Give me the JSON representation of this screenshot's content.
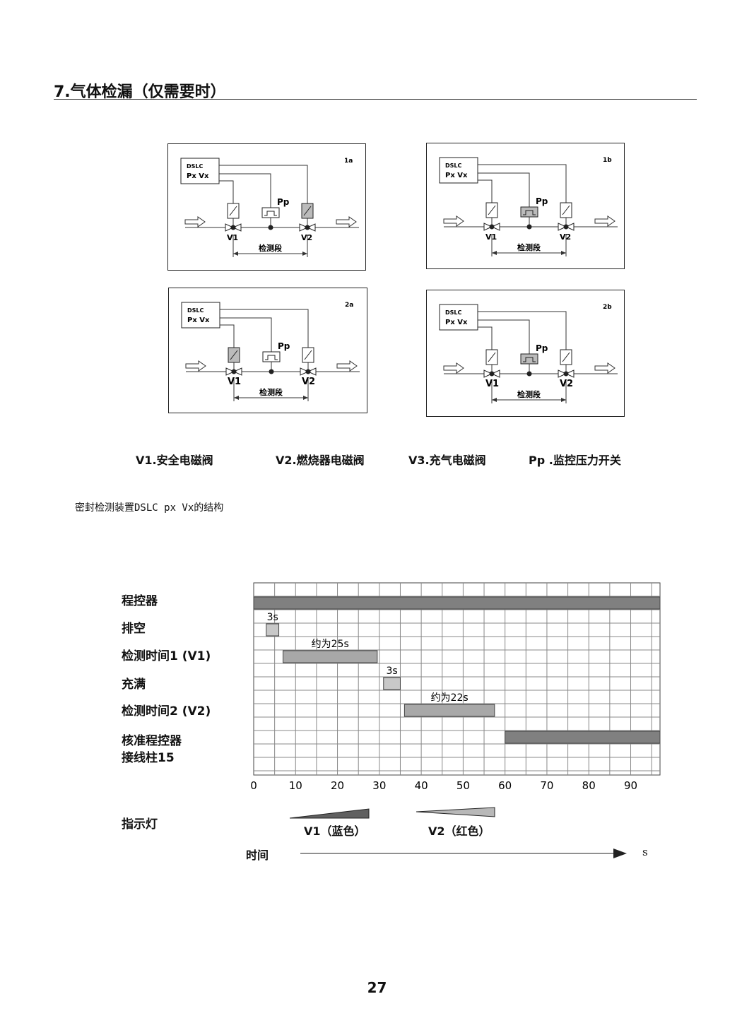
{
  "page": {
    "title": "7.气体检漏（仅需要时）",
    "page_number": "27"
  },
  "diagrams": [
    {
      "id": "1a",
      "device_line1": "DSLC",
      "device_line2": "Px Vx",
      "pp": "Pp",
      "v1": "V1",
      "v2": "V2",
      "section": "检测段",
      "v1_shaded": false,
      "pp_shaded": false,
      "v2_shaded": true
    },
    {
      "id": "1b",
      "device_line1": "DSLC",
      "device_line2": "Px Vx",
      "pp": "Pp",
      "v1": "V1",
      "v2": "V2",
      "section": "检测段",
      "v1_shaded": false,
      "pp_shaded": true,
      "v2_shaded": false
    },
    {
      "id": "2a",
      "device_line1": "DSLC",
      "device_line2": "Px Vx",
      "pp": "Pp",
      "v1": "V1",
      "v2": "V2",
      "section": "检测段",
      "v1_shaded": true,
      "pp_shaded": false,
      "v2_shaded": false
    },
    {
      "id": "2b",
      "device_line1": "DSLC",
      "device_line2": "Px Vx",
      "pp": "Pp",
      "v1": "V1",
      "v2": "V2",
      "section": "检测段",
      "v1_shaded": false,
      "pp_shaded": true,
      "v2_shaded": false
    }
  ],
  "legend": {
    "v1": "V1.安全电磁阀",
    "v2": "V2.燃烧器电磁阀",
    "v3": "V3.充气电磁阀",
    "pp": "Pp .监控压力开关"
  },
  "caption": "密封检测装置DSLC px Vx的结构",
  "timing": {
    "rows": [
      {
        "label": "程控器"
      },
      {
        "label": "排空"
      },
      {
        "label": "检测时间1 (V1)"
      },
      {
        "label": "充满"
      },
      {
        "label": "检测时间2 (V2)"
      },
      {
        "label": "核准程控器"
      },
      {
        "label": "接线柱15"
      }
    ],
    "bars": [
      {
        "row": 0,
        "start": 0,
        "end": 97,
        "label": "",
        "shade": "#808080"
      },
      {
        "row": 1,
        "start": 3,
        "end": 6,
        "label": "3s",
        "shade": "#c8c8c8"
      },
      {
        "row": 2,
        "start": 7,
        "end": 29.5,
        "label": "约为25s",
        "shade": "#a8a8a8"
      },
      {
        "row": 3,
        "start": 31,
        "end": 35,
        "label": "3s",
        "shade": "#c8c8c8"
      },
      {
        "row": 4,
        "start": 36,
        "end": 57.5,
        "label": "约为22s",
        "shade": "#a8a8a8"
      },
      {
        "row": 5,
        "start": 60,
        "end": 97,
        "label": "",
        "shade": "#808080"
      }
    ],
    "x_ticks": [
      "0",
      "10",
      "20",
      "30",
      "40",
      "50",
      "60",
      "70",
      "80",
      "90"
    ],
    "x_tick_values": [
      0,
      10,
      20,
      30,
      40,
      50,
      60,
      70,
      80,
      90
    ],
    "x_max": 97,
    "indicator_label": "指示灯",
    "v1_light": "V1（蓝色）",
    "v2_light": "V2（红色）",
    "v1_color": "#606060",
    "v2_color": "#b8b8b8",
    "time_label": "时间",
    "unit": "s"
  }
}
